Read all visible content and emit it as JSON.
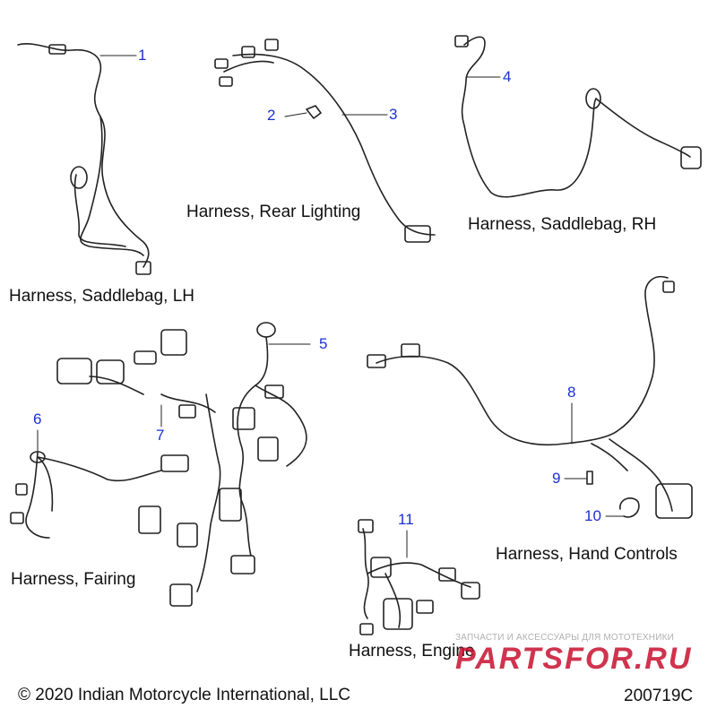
{
  "callouts": [
    "1",
    "2",
    "3",
    "4",
    "5",
    "6",
    "7",
    "8",
    "9",
    "10",
    "11"
  ],
  "labels": {
    "saddlebag_lh": "Harness, Saddlebag, LH",
    "rear_lighting": "Harness, Rear Lighting",
    "saddlebag_rh": "Harness, Saddlebag, RH",
    "fairing": "Harness, Fairing",
    "hand_controls": "Harness, Hand Controls",
    "engine": "Harness, Engine"
  },
  "footer": {
    "copyright": "© 2020 Indian Motorcycle International, LLC",
    "figure_id": "200719C"
  },
  "watermark": {
    "tagline": "ЗАПЧАСТИ И АКСЕССУАРЫ ДЛЯ МОТОТЕХНИКИ",
    "brand": "PARTSFOR.RU"
  },
  "colors": {
    "line": "#222222",
    "callout": "#1a2fd0",
    "watermark": "#c8102e"
  }
}
